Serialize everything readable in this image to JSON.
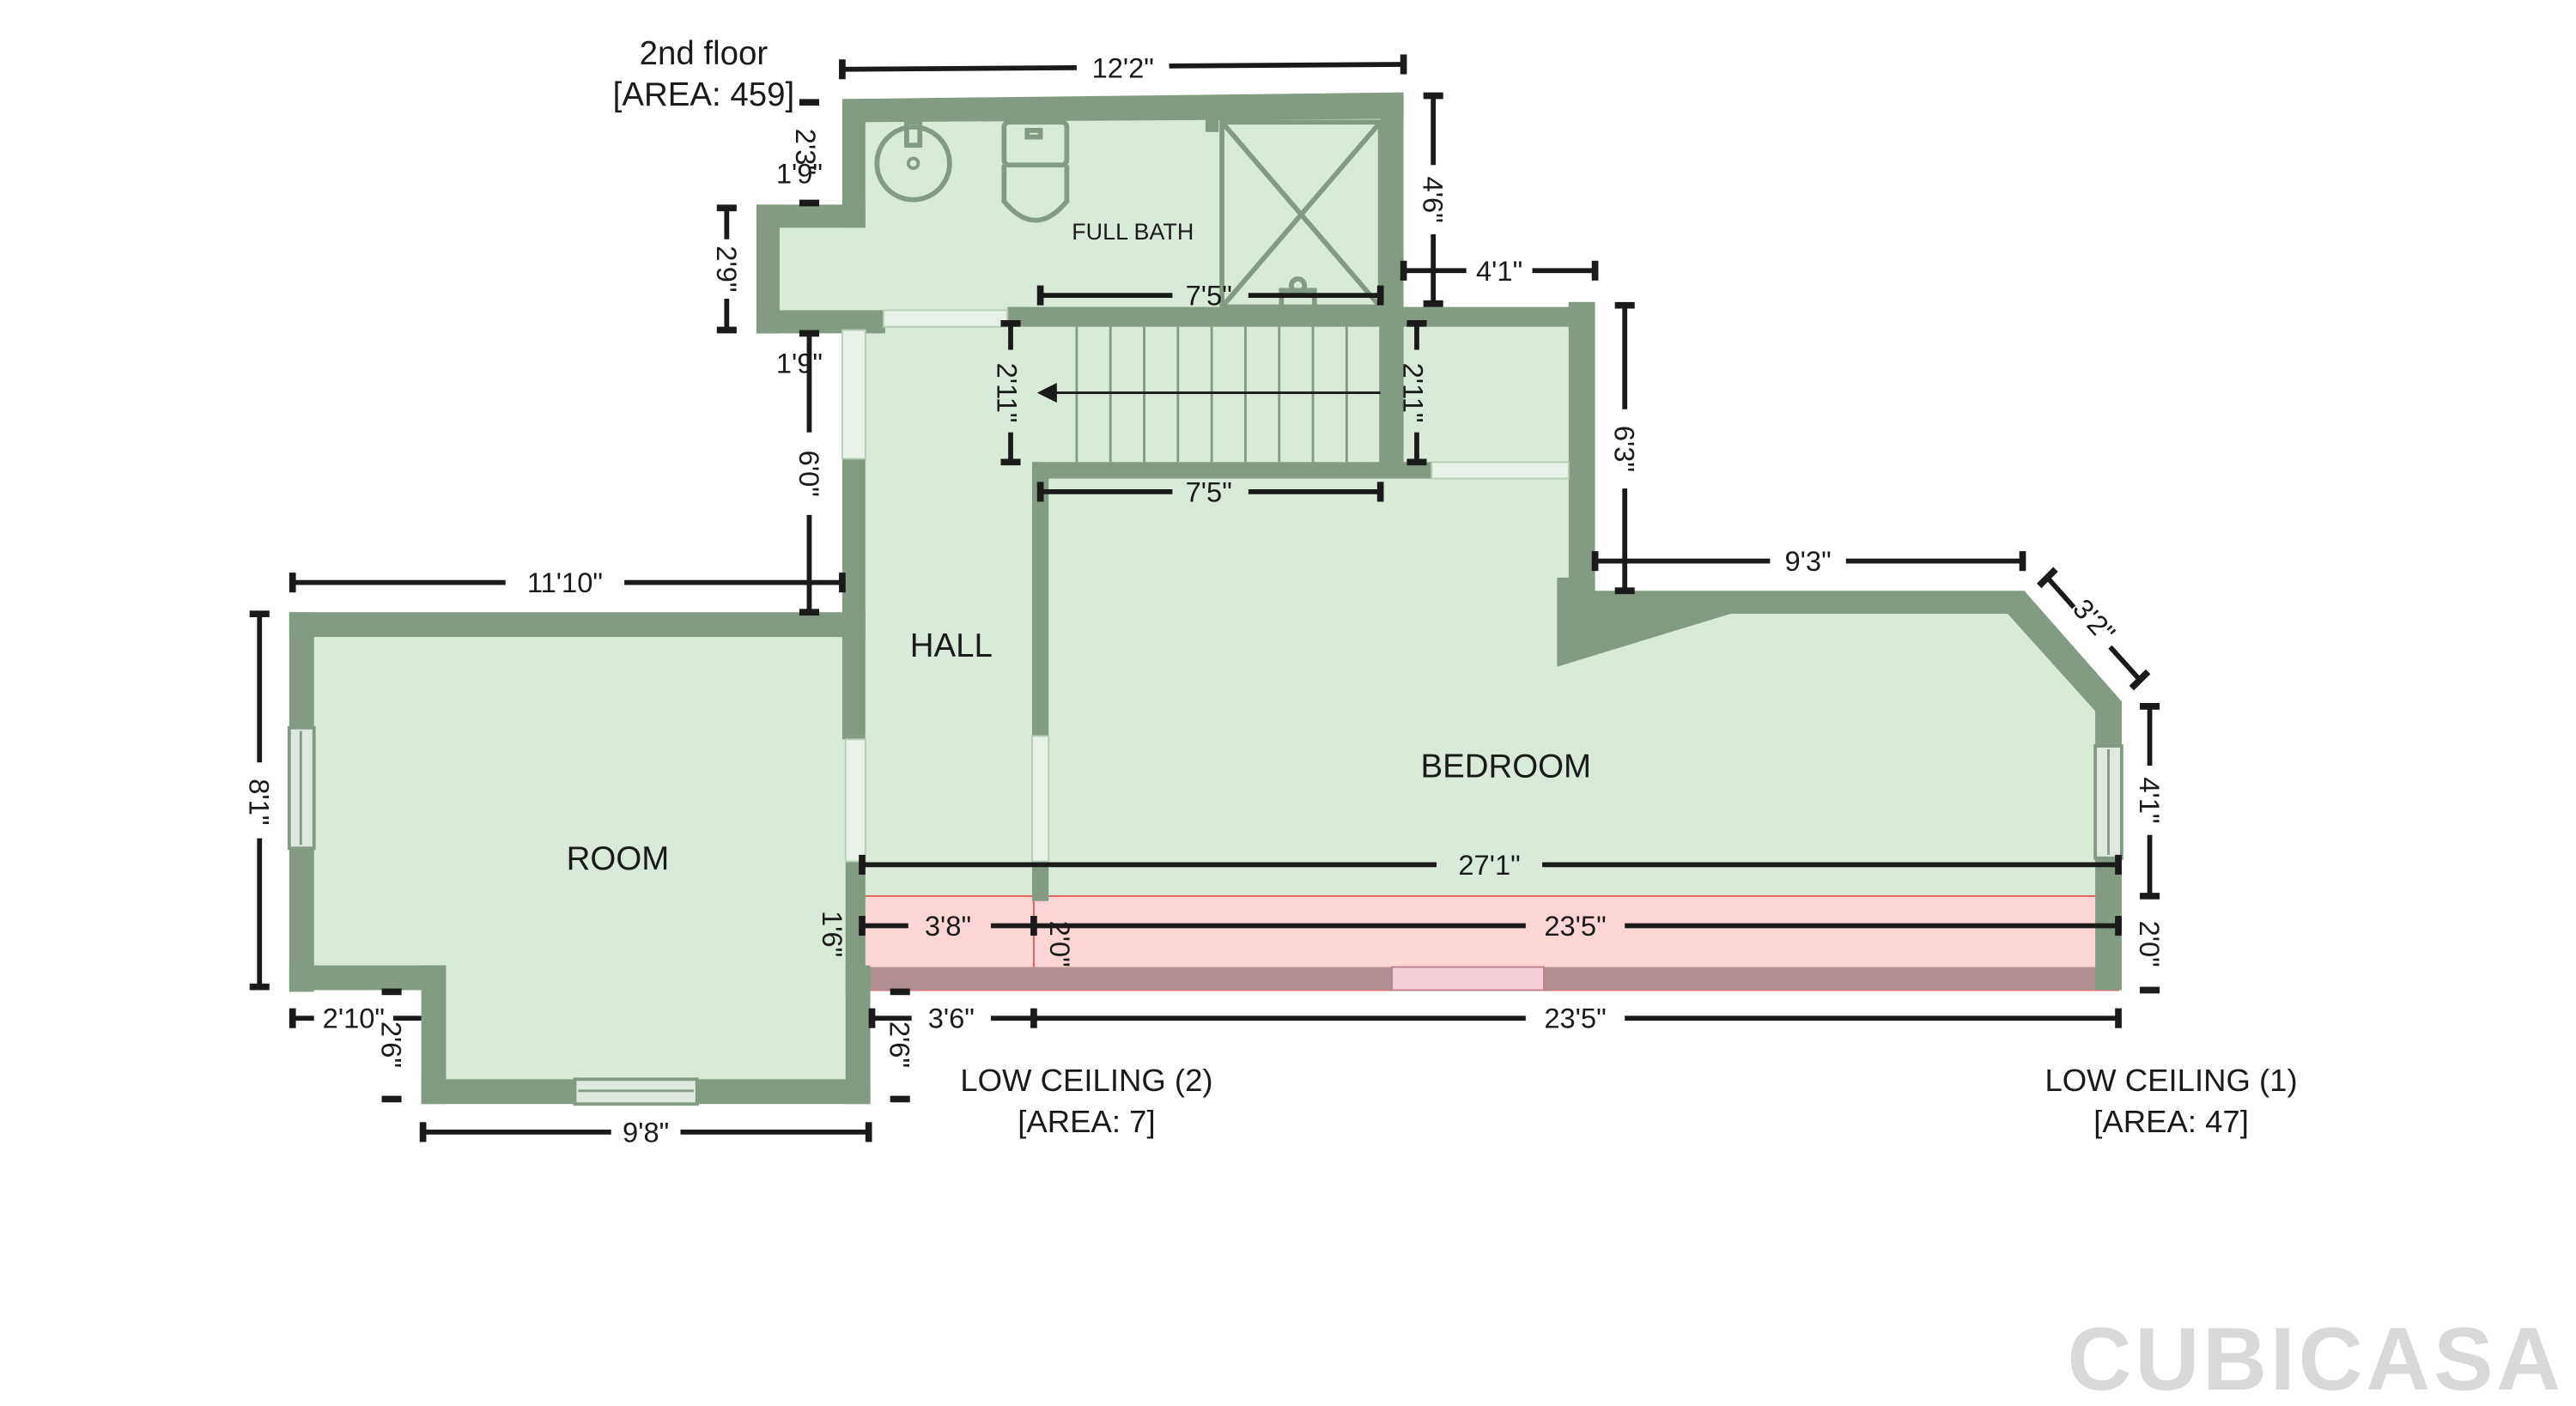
{
  "floor": {
    "title": "2nd floor",
    "area": "[AREA: 459]"
  },
  "rooms": {
    "full_bath": "FULL BATH",
    "hall": "HALL",
    "bedroom": "BEDROOM",
    "room": "ROOM"
  },
  "low_ceiling_2": {
    "title": "LOW CEILING (2)",
    "area": "[AREA: 7]"
  },
  "low_ceiling_1": {
    "title": "LOW CEILING (1)",
    "area": "[AREA: 47]"
  },
  "dimensions": {
    "bath_top_width": "12'2\"",
    "bath_left_top": "2'3\"",
    "bath_jog_top": "1'9\"",
    "bath_left_mid": "2'9\"",
    "bath_jog_bottom": "1'9\"",
    "shower_right": "4'6\"",
    "shower_offset": "4'1\"",
    "stair_top": "7'5\"",
    "stair_left": "2'11\"",
    "stair_right": "2'11\"",
    "stair_bottom": "7'5\"",
    "hall_left": "6'0\"",
    "bedroom_right_upper": "6'3\"",
    "bedroom_top": "9'3\"",
    "bedroom_diag": "3'2\"",
    "bedroom_right_lower": "4'1\"",
    "room_top": "11'10\"",
    "room_left": "8'1\"",
    "bedroom_width": "27'1\"",
    "lc2_width": "3'8\"",
    "lc2_depth": "2'0\"",
    "lc1_width": "23'5\"",
    "lc1_depth": "2'0\"",
    "hall_wall_lower": "1'6\"",
    "bottom_left_offset": "3'6\"",
    "bottom_right_width": "23'5\"",
    "room_notch_width": "2'10\"",
    "room_notch_depth": "2'6\"",
    "room_right_lower": "2'6\"",
    "room_bottom": "9'8\""
  },
  "branding": {
    "logo": "CUBICASA"
  },
  "colors": {
    "room_fill": "#d9ead9",
    "wall": "#829b82",
    "low_ceiling_fill": "#ffd6d6",
    "low_ceiling_wall": "#b09090",
    "logo": "#d9d9d9"
  }
}
